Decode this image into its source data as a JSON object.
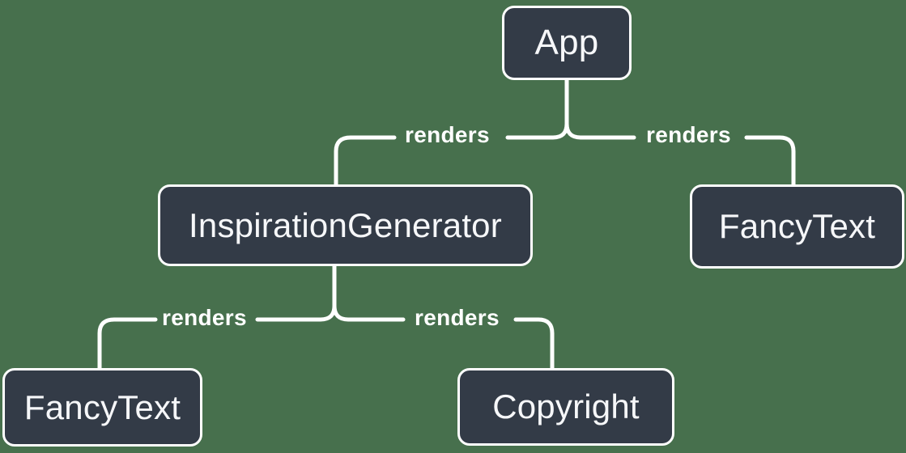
{
  "diagram": {
    "type": "component-render-tree",
    "colors": {
      "background": "#47704D",
      "node_fill": "#333B47",
      "node_border": "#FFFFFF",
      "connector": "#FFFFFF",
      "text": "#F6F7F9"
    },
    "nodes": [
      {
        "id": "app",
        "label": "App"
      },
      {
        "id": "inspiration-generator",
        "label": "InspirationGenerator"
      },
      {
        "id": "fancy-text-top",
        "label": "FancyText"
      },
      {
        "id": "fancy-text-bottom",
        "label": "FancyText"
      },
      {
        "id": "copyright",
        "label": "Copyright"
      }
    ],
    "edges": [
      {
        "from": "App",
        "to": "InspirationGenerator",
        "label": "renders"
      },
      {
        "from": "App",
        "to": "FancyText",
        "label": "renders"
      },
      {
        "from": "InspirationGenerator",
        "to": "FancyText",
        "label": "renders"
      },
      {
        "from": "InspirationGenerator",
        "to": "Copyright",
        "label": "renders"
      }
    ]
  }
}
